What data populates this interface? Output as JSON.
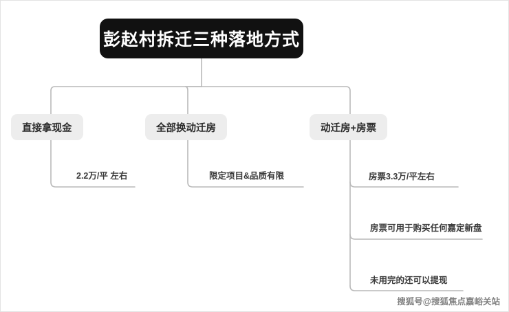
{
  "diagram": {
    "type": "tree",
    "root": {
      "label": "彭赵村拆迁三种落地方式"
    },
    "branches": [
      {
        "label": "直接拿现金",
        "leaves": [
          "2.2万/平 左右"
        ]
      },
      {
        "label": "全部换动迁房",
        "leaves": [
          "限定项目&品质有限"
        ]
      },
      {
        "label": "动迁房+房票",
        "leaves": [
          "房票3.3万/平左右",
          "房票可用于购买任何嘉定新盘",
          "未用完的还可以提现"
        ]
      }
    ],
    "leaves": {
      "l1": "2.2万/平 左右",
      "l2": "限定项目&品质有限",
      "l3": "房票3.3万/平左右",
      "l4": "房票可用于购买任何嘉定新盘",
      "l5": "未用完的还可以提现"
    }
  },
  "watermark": {
    "text": "搜狐号@搜狐焦点嘉峪关站"
  },
  "colors": {
    "root_bg": "#111111",
    "root_text": "#ffffff",
    "node_bg": "#ededed",
    "node_text": "#2b2b2b",
    "leaf_text": "#3a3a3a",
    "connector": "#b9b9b9",
    "canvas_bg": "#ffffff",
    "border": "#e3e3e3"
  }
}
